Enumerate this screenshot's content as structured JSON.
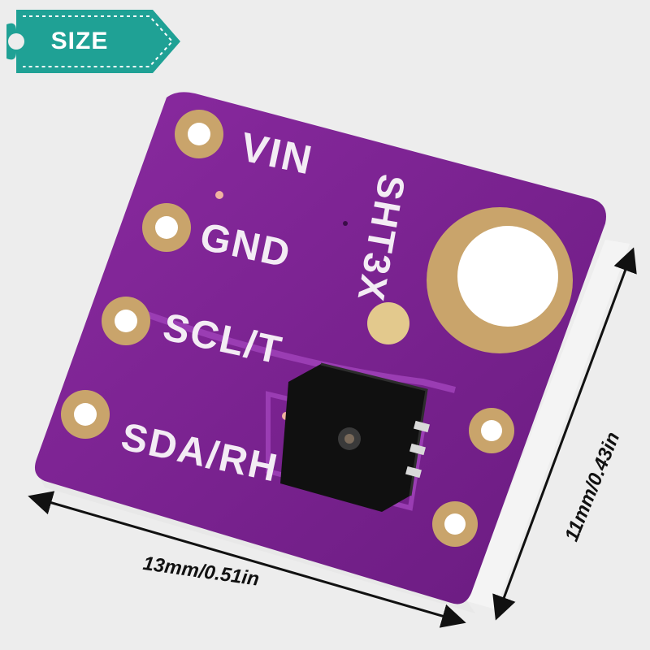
{
  "badge": {
    "label": "SIZE",
    "color": "#1fa195"
  },
  "board": {
    "color": "#7a1f8f",
    "pin_labels": [
      "VIN",
      "GND",
      "SCL/T",
      "SDA/RH"
    ],
    "chip_label": "SHT3X"
  },
  "dimensions": {
    "width_label": "13mm/0.51in",
    "height_label": "11mm/0.43in"
  },
  "icons": {
    "arrows": "double-arrow-icon"
  }
}
